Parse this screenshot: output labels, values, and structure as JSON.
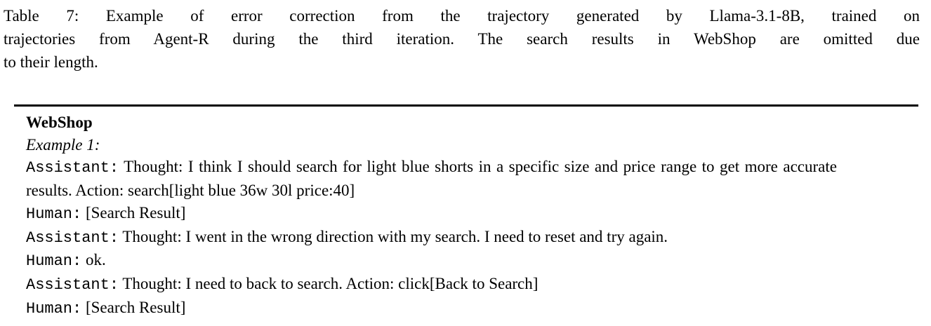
{
  "caption": {
    "lines": [
      "Table 7: Example of error correction from the trajectory generated by Llama-3.1-8B, trained on",
      "trajectories from Agent-R during the third iteration. The search results in WebShop are omitted due",
      "to their length."
    ]
  },
  "table": {
    "title": "WebShop",
    "example_label": "Example 1:",
    "dialogue": [
      {
        "speaker": "Assistant:",
        "text": "Thought: I think I should search for light blue shorts in a specific size and price range to get more accurate results. Action: search[light blue 36w 30l price:40]"
      },
      {
        "speaker": "Human:",
        "text": "[Search Result]"
      },
      {
        "speaker": "Assistant:",
        "text": "Thought: I went in the wrong direction with my search. I need to reset and try again."
      },
      {
        "speaker": "Human:",
        "text": "ok."
      },
      {
        "speaker": "Assistant:",
        "text": "Thought: I need to back to search. Action: click[Back to Search]"
      },
      {
        "speaker": "Human:",
        "text": "[Search Result]"
      }
    ]
  },
  "colors": {
    "background": "#ffffff",
    "text": "#000000",
    "rule": "#000000"
  }
}
